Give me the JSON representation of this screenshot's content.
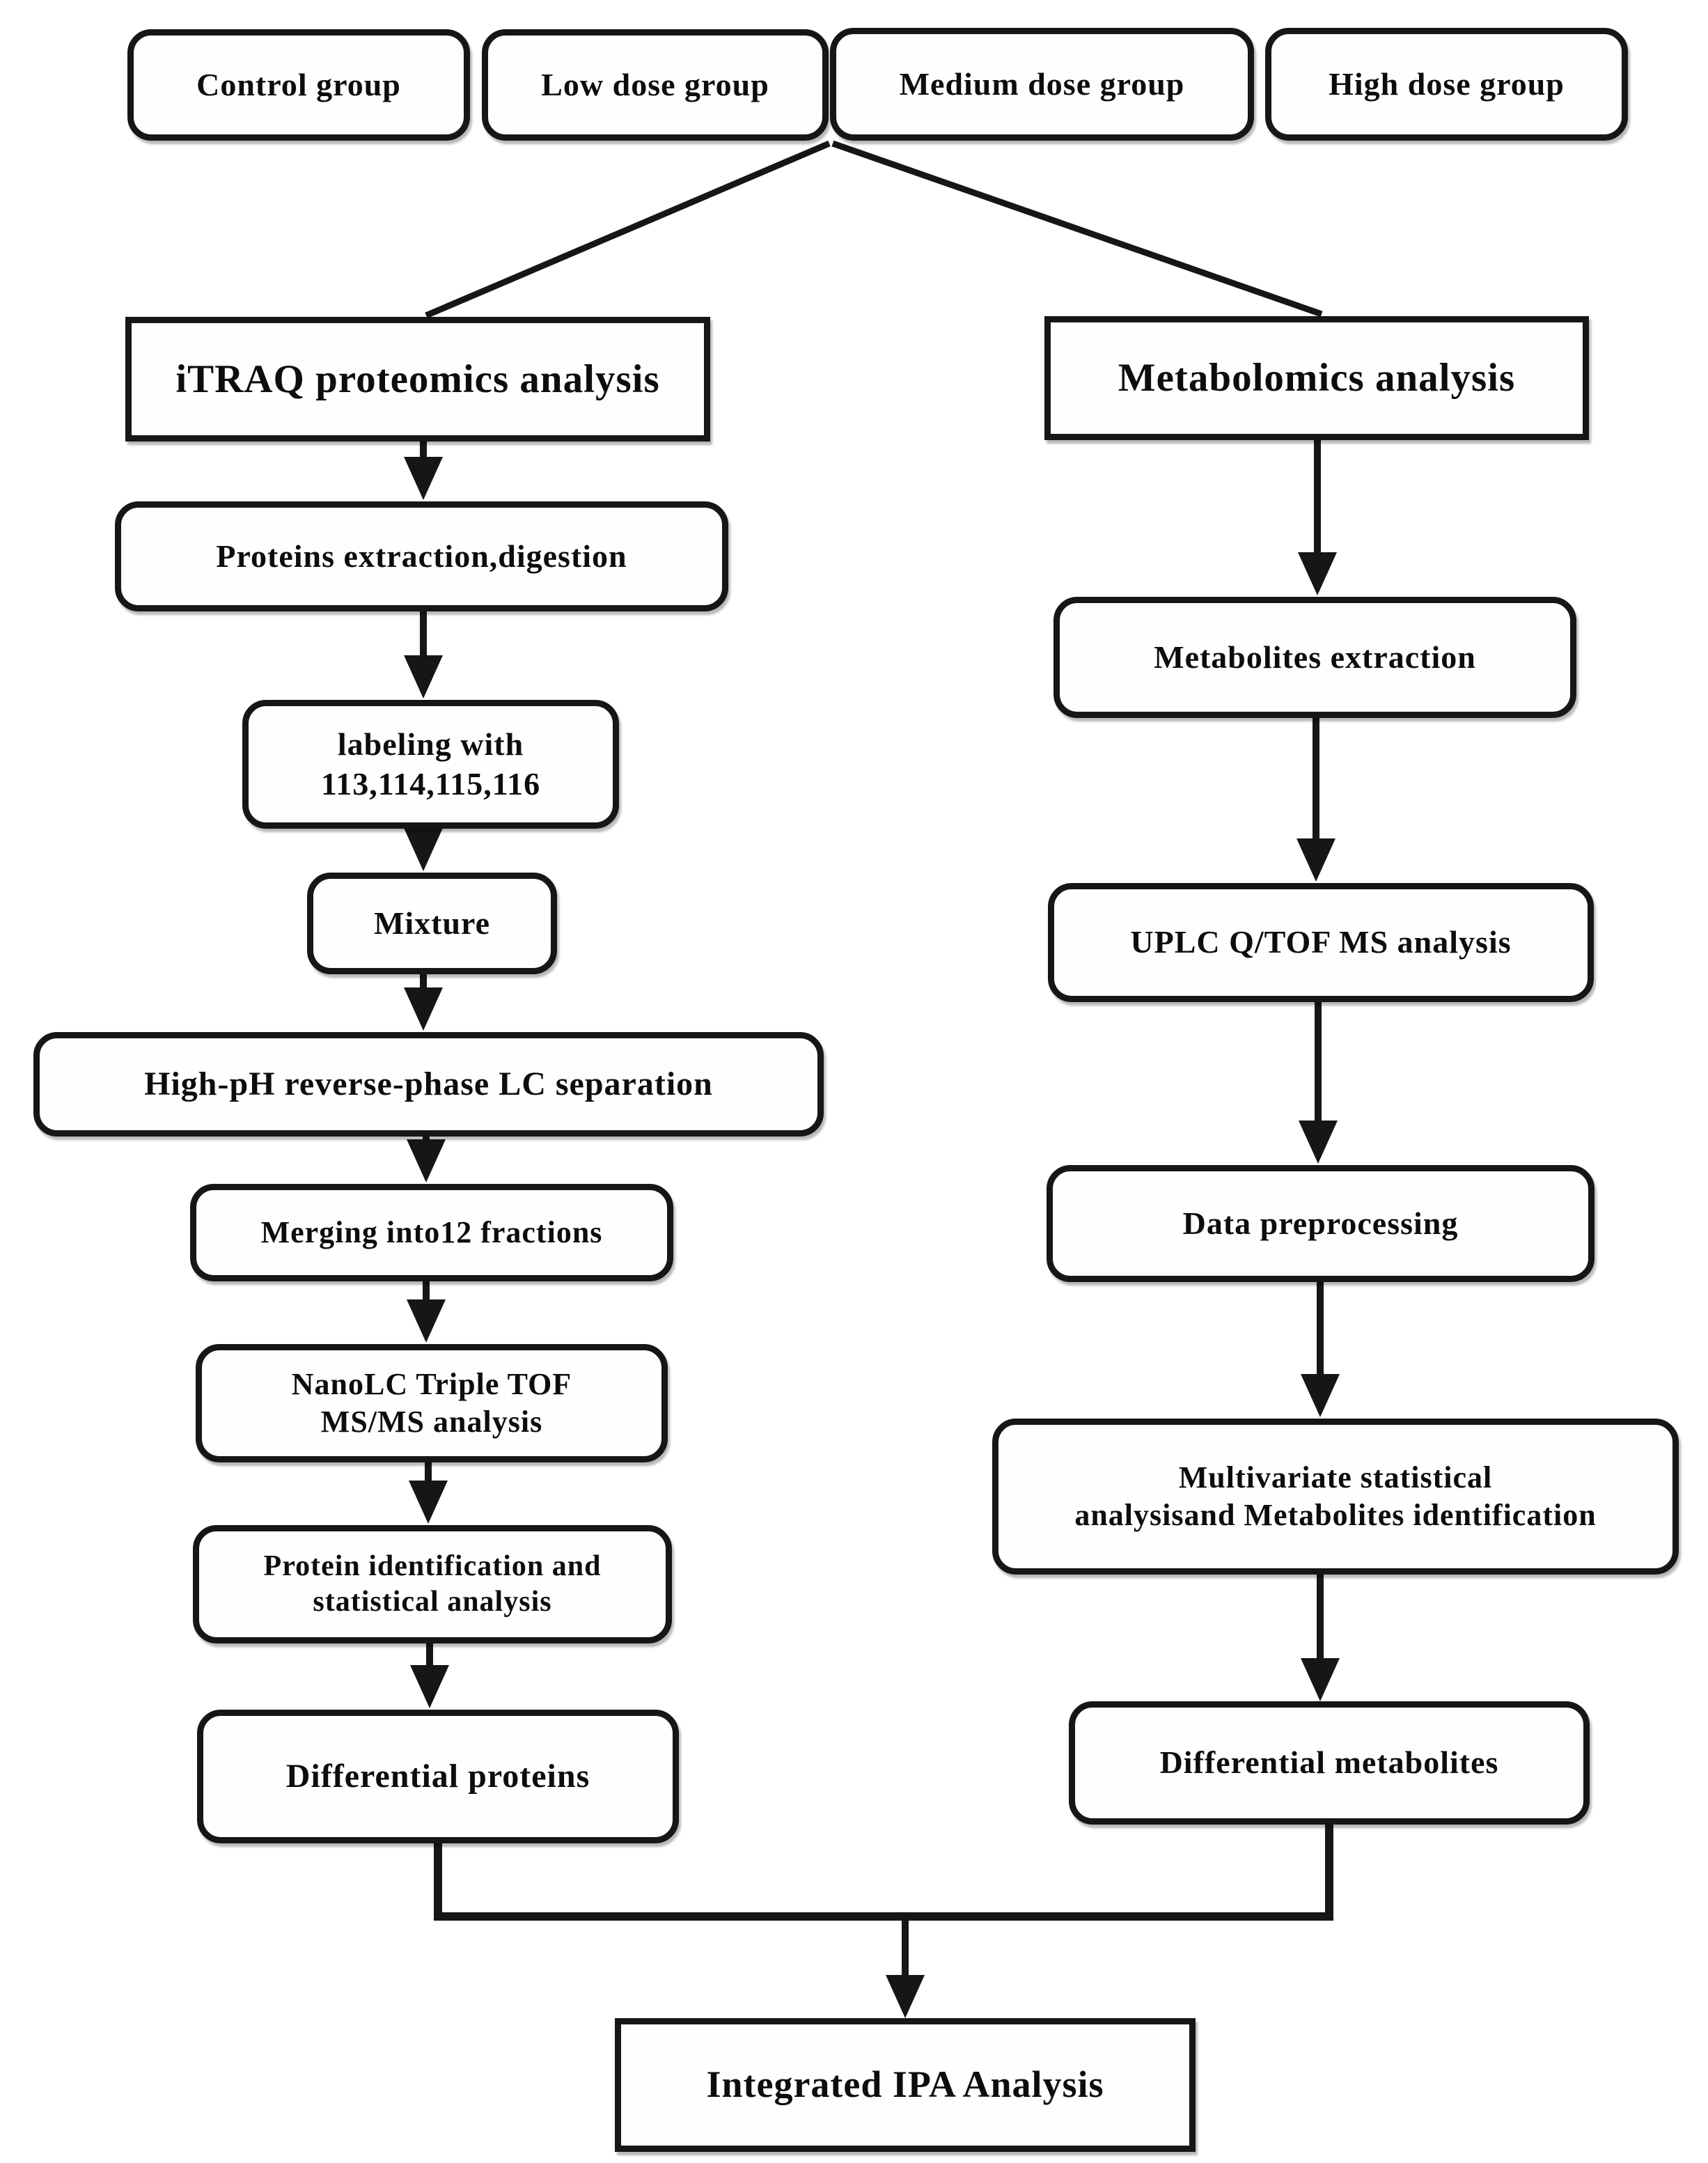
{
  "diagram": {
    "groups": {
      "control": "Control group",
      "low": "Low dose group",
      "medium": "Medium dose group",
      "high": "High dose group"
    },
    "proteomics": {
      "header": "iTRAQ proteomics analysis",
      "extraction": "Proteins extraction,digestion",
      "labeling": "labeling with\n113,114,115,116",
      "mixture": "Mixture",
      "separation": "High-pH reverse-phase LC separation",
      "merging": "Merging into12 fractions",
      "nanolc": "NanoLC Triple TOF\nMS/MS analysis",
      "identification": "Protein identification and\nstatistical analysis",
      "differential": "Differential proteins"
    },
    "metabolomics": {
      "header": "Metabolomics analysis",
      "extraction": "Metabolites extraction",
      "uplc": "UPLC Q/TOF MS analysis",
      "preprocessing": "Data preprocessing",
      "multivariate": "Multivariate statistical\nanalysisand Metabolites identification",
      "differential": "Differential metabolites"
    },
    "integration": "Integrated IPA Analysis",
    "colors": {
      "line": "#161616",
      "border": "#161616",
      "background": "#ffffff",
      "text": "#0d0d0d"
    }
  }
}
